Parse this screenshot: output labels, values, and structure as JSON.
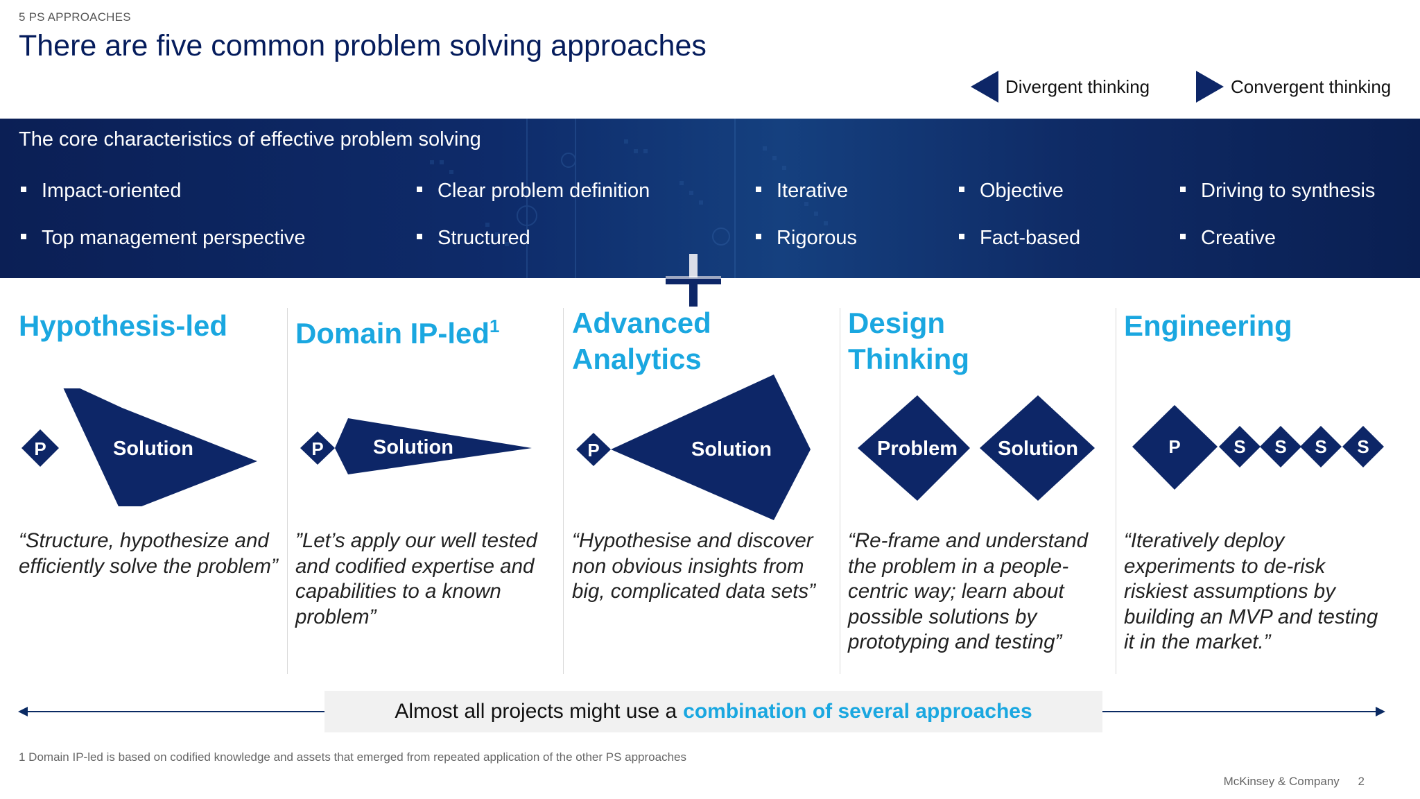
{
  "header": {
    "section_tag": "5 PS APPROACHES",
    "title": "There are five common problem solving approaches"
  },
  "legend": {
    "divergent_label": "Divergent thinking",
    "convergent_label": "Convergent thinking",
    "marker_color": "#0d2667"
  },
  "characteristics": {
    "title": "The core characteristics of effective problem solving",
    "items": [
      "Impact-oriented",
      "Top management perspective",
      "Clear problem definition",
      "Structured",
      "Iterative",
      "Rigorous",
      "Objective",
      "Fact-based",
      "Driving to synthesis",
      "Creative"
    ]
  },
  "approaches": [
    {
      "title": "Hypothesis-led",
      "superscript": "",
      "labels": [
        "P",
        "Solution"
      ],
      "quote": "“Structure, hypothesize and efficiently solve the problem”"
    },
    {
      "title": "Domain IP-led",
      "superscript": "1",
      "labels": [
        "P",
        "Solution"
      ],
      "quote": "”Let’s apply our well tested and codified expertise and capabilities to a known problem”"
    },
    {
      "title_line1": "Advanced",
      "title_line2": "Analytics",
      "labels": [
        "P",
        "Solution"
      ],
      "quote": "“Hypothesise and discover non obvious insights from big, complicated data sets”"
    },
    {
      "title_line1": "Design",
      "title_line2": "Thinking",
      "labels": [
        "Problem",
        "Solution"
      ],
      "quote": "“Re-frame and understand the problem in a people-centric way; learn about possible solutions by prototyping and testing”"
    },
    {
      "title": "Engineering",
      "labels": [
        "P",
        "S",
        "S",
        "S",
        "S"
      ],
      "quote": "“Iteratively deploy experiments to de-risk riskiest assumptions by building an MVP and testing it in the market.”"
    }
  ],
  "combination": {
    "prefix": "Almost all projects might use a",
    "highlight": "combination of several approaches"
  },
  "footnote": "1 Domain IP-led is based on codified knowledge and assets that emerged from repeated application of the other PS approaches",
  "footer": {
    "company": "McKinsey & Company",
    "page": "2"
  },
  "colors": {
    "navy": "#0d2667",
    "accent_blue": "#1aa7e0"
  }
}
